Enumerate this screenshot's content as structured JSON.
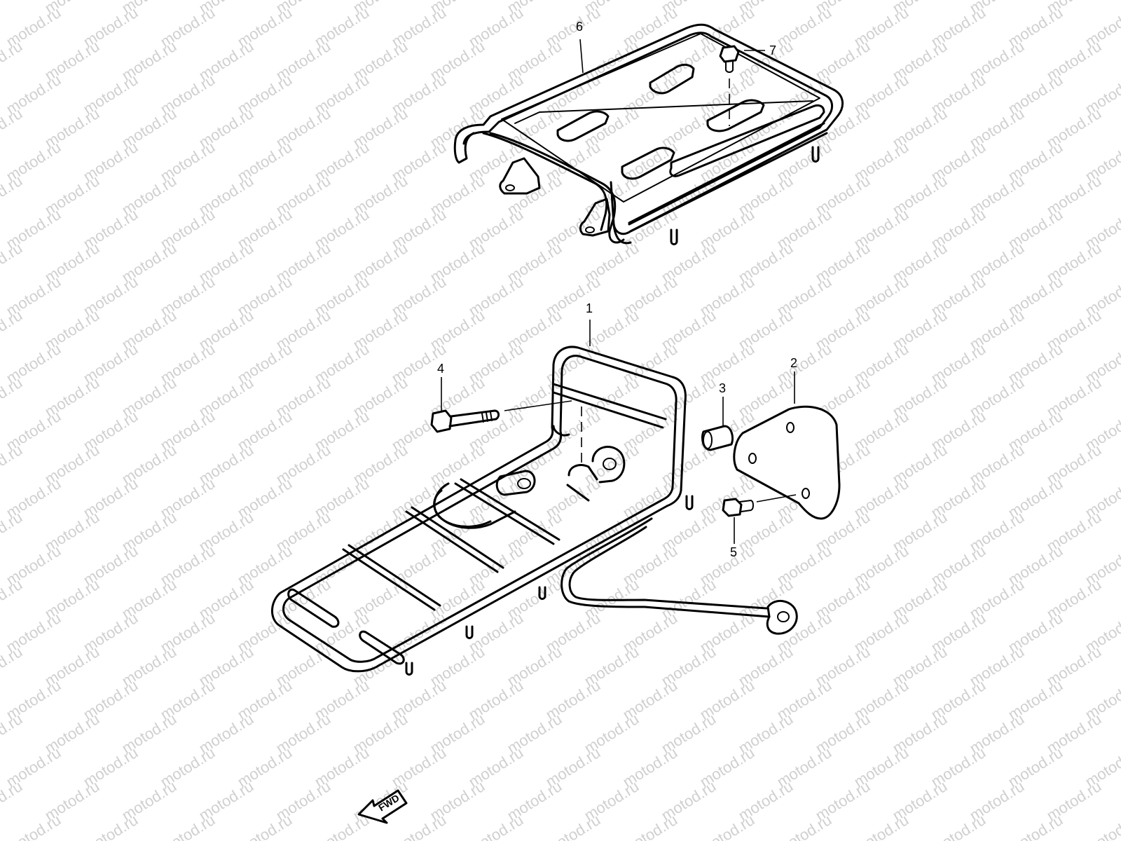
{
  "watermark": {
    "text": "motod.ru",
    "color": "#d0d0d0"
  },
  "callouts": [
    {
      "id": "1",
      "label": "1"
    },
    {
      "id": "2",
      "label": "2"
    },
    {
      "id": "3",
      "label": "3"
    },
    {
      "id": "4",
      "label": "4"
    },
    {
      "id": "5",
      "label": "5"
    },
    {
      "id": "6",
      "label": "6"
    },
    {
      "id": "7",
      "label": "7"
    }
  ],
  "direction": {
    "label": "FWD",
    "icon": "forward-arrow-icon"
  },
  "parts": {
    "upper": "top-carrier-icon",
    "lower": "rear-carrier-frame-icon",
    "bolt_large": "bolt-icon",
    "spacer": "spacer-icon",
    "bracket": "bracket-plate-icon",
    "bolt_small": "small-bolt-icon",
    "bolt_top": "top-bolt-icon"
  }
}
